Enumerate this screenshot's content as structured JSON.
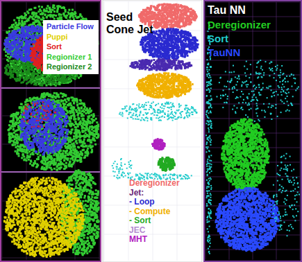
{
  "diagram": {
    "labels": [
      "Seed Cone Jet",
      "Tau NN"
    ],
    "legend": [
      {
        "text": "Particle Flow",
        "color": "#3a3ae0"
      },
      {
        "text": "Puppi",
        "color": "#e0d000"
      },
      {
        "text": "Sort",
        "color": "#e02020"
      },
      {
        "text": "Regionizer 1",
        "color": "#33cc33"
      },
      {
        "text": "Regionizer 2",
        "color": "#1a8a1a"
      },
      {
        "text": "Deregionizer",
        "color": "#f06a6a"
      },
      {
        "text": "Jet:",
        "color": "#6a2a7a"
      },
      {
        "text": "- Loop",
        "color": "#2a2ad0"
      },
      {
        "text": "- Compute",
        "color": "#f0b000"
      },
      {
        "text": "- Sort",
        "color": "#22aa22"
      },
      {
        "text": "JEC",
        "color": "#b48cd0"
      },
      {
        "text": "MHT",
        "color": "#b020c0"
      },
      {
        "text": "Deregionizer",
        "color": "#22cc22"
      },
      {
        "text": "Sort",
        "color": "#22cccc"
      },
      {
        "text": "TauNN",
        "color": "#2a4aff"
      }
    ]
  }
}
